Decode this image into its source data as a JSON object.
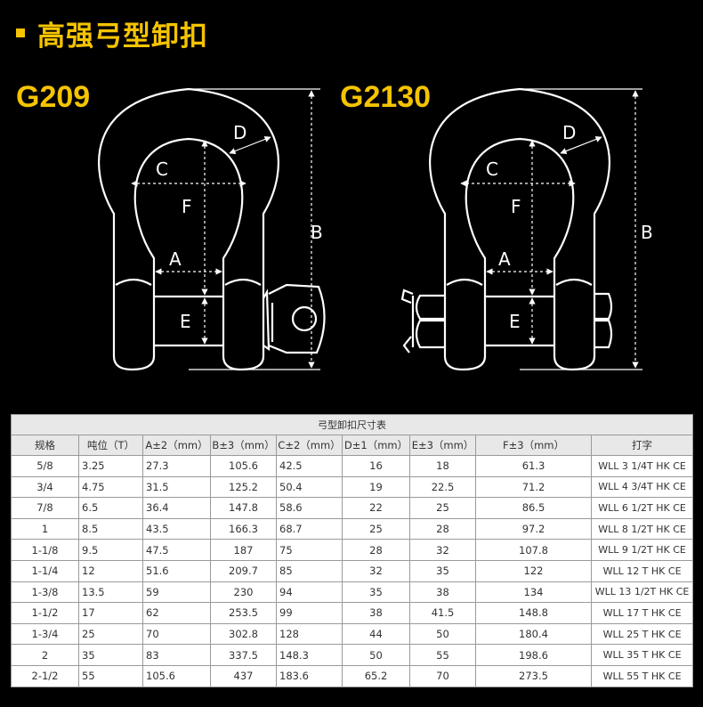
{
  "header": {
    "title": "高强弓型卸扣"
  },
  "models": {
    "left": "G209",
    "right": "G2130"
  },
  "labels": {
    "a": "A",
    "b": "B",
    "c": "C",
    "d": "D",
    "e": "E",
    "f": "F"
  },
  "table": {
    "caption": "弓型卸扣尺寸表",
    "headers": [
      "规格",
      "吨位（T）",
      "A±2（mm）",
      "B±3（mm）",
      "C±2（mm）",
      "D±1（mm）",
      "E±3（mm）",
      "F±3（mm）",
      "打字"
    ],
    "rows": [
      [
        "5/8",
        "3.25",
        "27.3",
        "105.6",
        "42.5",
        "16",
        "18",
        "61.3",
        "WLL 3 1/4T HK CE"
      ],
      [
        "3/4",
        "4.75",
        "31.5",
        "125.2",
        "50.4",
        "19",
        "22.5",
        "71.2",
        "WLL 4 3/4T HK CE"
      ],
      [
        "7/8",
        "6.5",
        "36.4",
        "147.8",
        "58.6",
        "22",
        "25",
        "86.5",
        "WLL 6 1/2T HK CE"
      ],
      [
        "1",
        "8.5",
        "43.5",
        "166.3",
        "68.7",
        "25",
        "28",
        "97.2",
        "WLL 8 1/2T HK CE"
      ],
      [
        "1-1/8",
        "9.5",
        "47.5",
        "187",
        "75",
        "28",
        "32",
        "107.8",
        "WLL 9 1/2T HK CE"
      ],
      [
        "1-1/4",
        "12",
        "51.6",
        "209.7",
        "85",
        "32",
        "35",
        "122",
        "WLL 12 T HK CE"
      ],
      [
        "1-3/8",
        "13.5",
        "59",
        "230",
        "94",
        "35",
        "38",
        "134",
        "WLL 13 1/2T HK CE"
      ],
      [
        "1-1/2",
        "17",
        "62",
        "253.5",
        "99",
        "38",
        "41.5",
        "148.8",
        "WLL 17 T HK CE"
      ],
      [
        "1-3/4",
        "25",
        "70",
        "302.8",
        "128",
        "44",
        "50",
        "180.4",
        "WLL 25 T HK CE"
      ],
      [
        "2",
        "35",
        "83",
        "337.5",
        "148.3",
        "50",
        "55",
        "198.6",
        "WLL 35 T HK CE"
      ],
      [
        "2-1/2",
        "55",
        "105.6",
        "437",
        "183.6",
        "65.2",
        "70",
        "273.5",
        "WLL 55 T HK CE"
      ]
    ]
  }
}
